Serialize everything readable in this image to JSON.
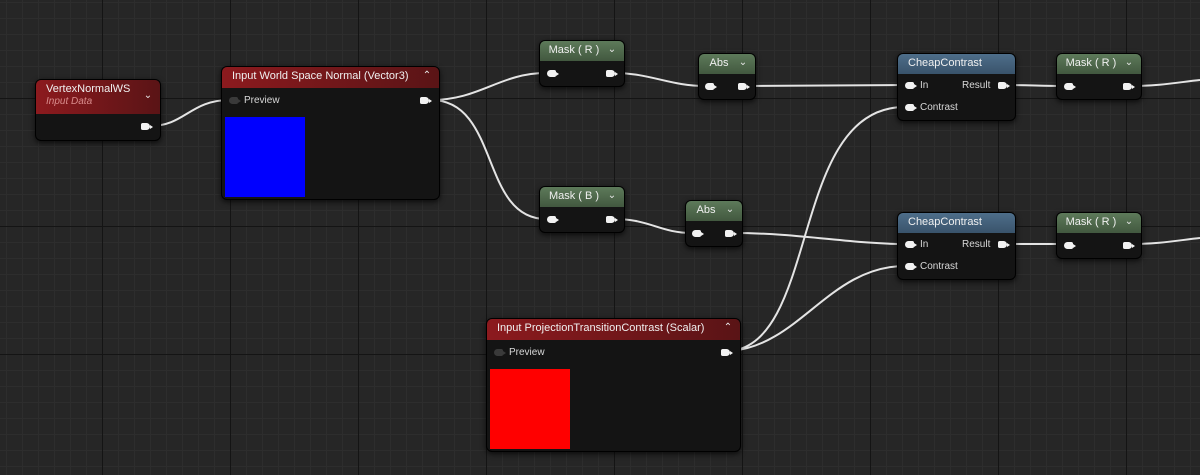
{
  "nodes": {
    "vertex_normal": {
      "title": "VertexNormalWS",
      "subtitle": "Input Data"
    },
    "world_normal": {
      "title": "Input World Space Normal (Vector3)",
      "preview_label": "Preview",
      "preview_color": "#0000ff"
    },
    "mask_r_top": {
      "title": "Mask ( R )"
    },
    "mask_b": {
      "title": "Mask ( B )"
    },
    "abs_top": {
      "title": "Abs"
    },
    "abs_bottom": {
      "title": "Abs"
    },
    "cheap_contrast_top": {
      "title": "CheapContrast",
      "in_label": "In",
      "result_label": "Result",
      "contrast_label": "Contrast"
    },
    "cheap_contrast_bottom": {
      "title": "CheapContrast",
      "in_label": "In",
      "result_label": "Result",
      "contrast_label": "Contrast"
    },
    "mask_r_right_top": {
      "title": "Mask ( R )"
    },
    "mask_r_right_bottom": {
      "title": "Mask ( R )"
    },
    "projection_contrast": {
      "title": "Input ProjectionTransitionContrast (Scalar)",
      "preview_label": "Preview",
      "preview_color": "#ff0000"
    }
  },
  "icons": {
    "collapse": "chevron-down-icon",
    "expand": "chevron-up-icon"
  },
  "colors": {
    "input_header": "#8c1a1e",
    "function_header": "#4e6e8a",
    "mask_header": "#5d7a5a",
    "wire": "#e4e4e4"
  }
}
